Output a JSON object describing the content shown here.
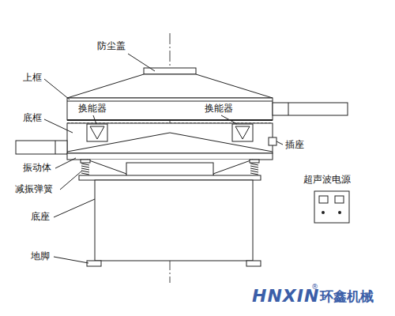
{
  "diagram": {
    "nodes": [
      {
        "text": [
          "超声波电源"
        ]
      }
    ],
    "labels": [
      "防尘盖",
      "上框",
      "底框",
      "换能器",
      "换能器",
      "插座",
      "振动体",
      "减振弹簧",
      "底座",
      "地脚",
      "HNXIN",
      "®",
      "环鑫机械"
    ]
  }
}
